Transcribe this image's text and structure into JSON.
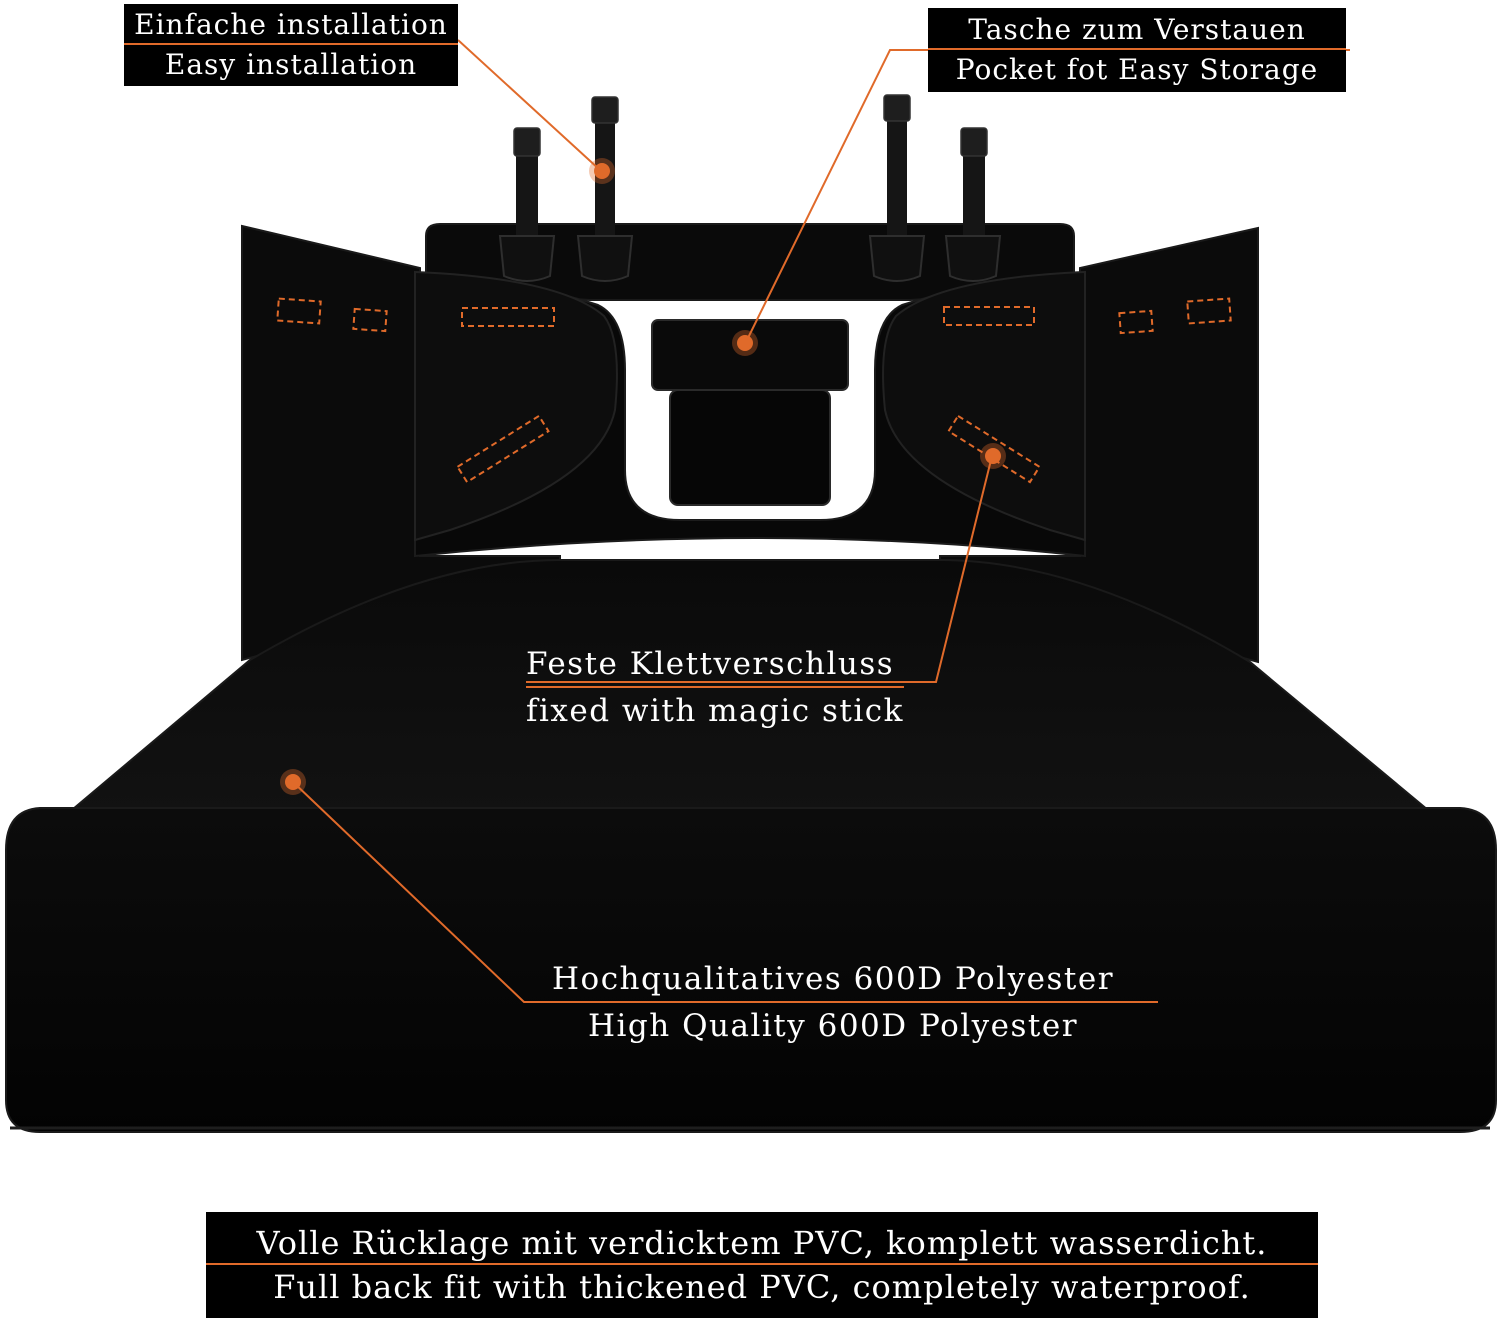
{
  "colors": {
    "background": "#ffffff",
    "product": "#070707",
    "accent": "#e06a2a",
    "label_box": "#000000",
    "label_text": "#ffffff"
  },
  "callouts": {
    "installation": {
      "de": "Einfache installation",
      "en": "Easy installation"
    },
    "storage": {
      "de": "Tasche zum Verstauen",
      "en": "Pocket fot Easy Storage"
    },
    "velcro": {
      "de": "Feste Klettverschluss",
      "en": "fixed with magic stick"
    },
    "material": {
      "de": "Hochqualitatives 600D Polyester",
      "en": "High Quality 600D Polyester"
    },
    "backing": {
      "de": "Volle Rücklage mit verdicktem PVC, komplett wasserdicht.",
      "en": "Full back fit with thickened PVC, completely waterproof."
    }
  },
  "icons": [
    "strap-buckle-icon",
    "hotspot-dot-icon"
  ]
}
